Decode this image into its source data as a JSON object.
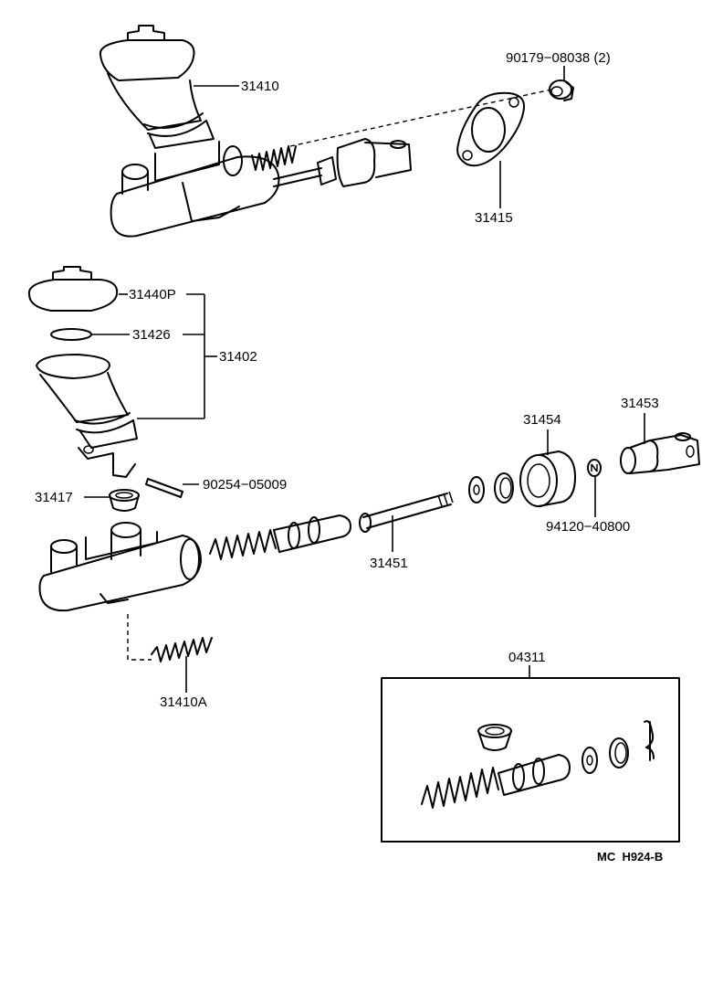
{
  "labels": {
    "p31410": "31410",
    "p90179": "90179−08038 (2)",
    "p31415": "31415",
    "p31440P": "31440P",
    "p31426": "31426",
    "p31402": "31402",
    "p90254": "90254−05009",
    "p31417": "31417",
    "p31454": "31454",
    "p31453": "31453",
    "p94120": "94120−40800",
    "p31451": "31451",
    "p31410A": "31410A",
    "p04311": "04311"
  },
  "drawing_code": "MC  H924-B"
}
